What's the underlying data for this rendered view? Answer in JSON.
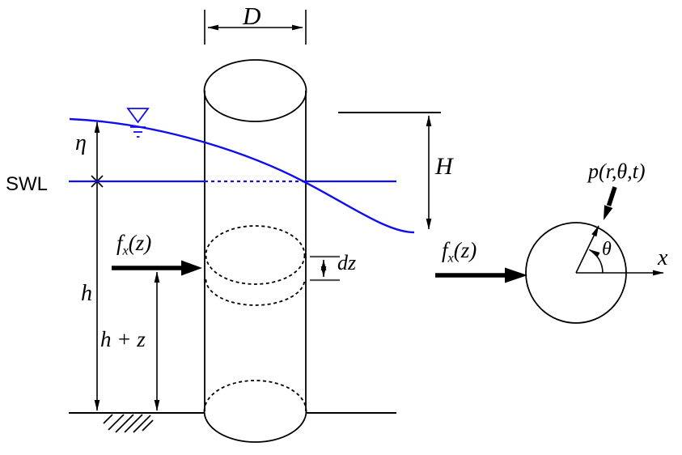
{
  "labels": {
    "diameter": "D",
    "surface_elevation": "η",
    "still_water_level": "SWL",
    "wave_height": "H",
    "water_depth": "h",
    "elevation_above_bed": "h + z",
    "slice_thickness": "dz",
    "force": {
      "base": "f",
      "sub": "x",
      "arg": "(z)"
    },
    "pressure": "p(r,θ,t)",
    "angle": "θ",
    "x_axis": "x"
  },
  "colors": {
    "water": "#0f0fee",
    "ink": "#000000",
    "tick_gray": "#555555",
    "background": "#ffffff"
  }
}
